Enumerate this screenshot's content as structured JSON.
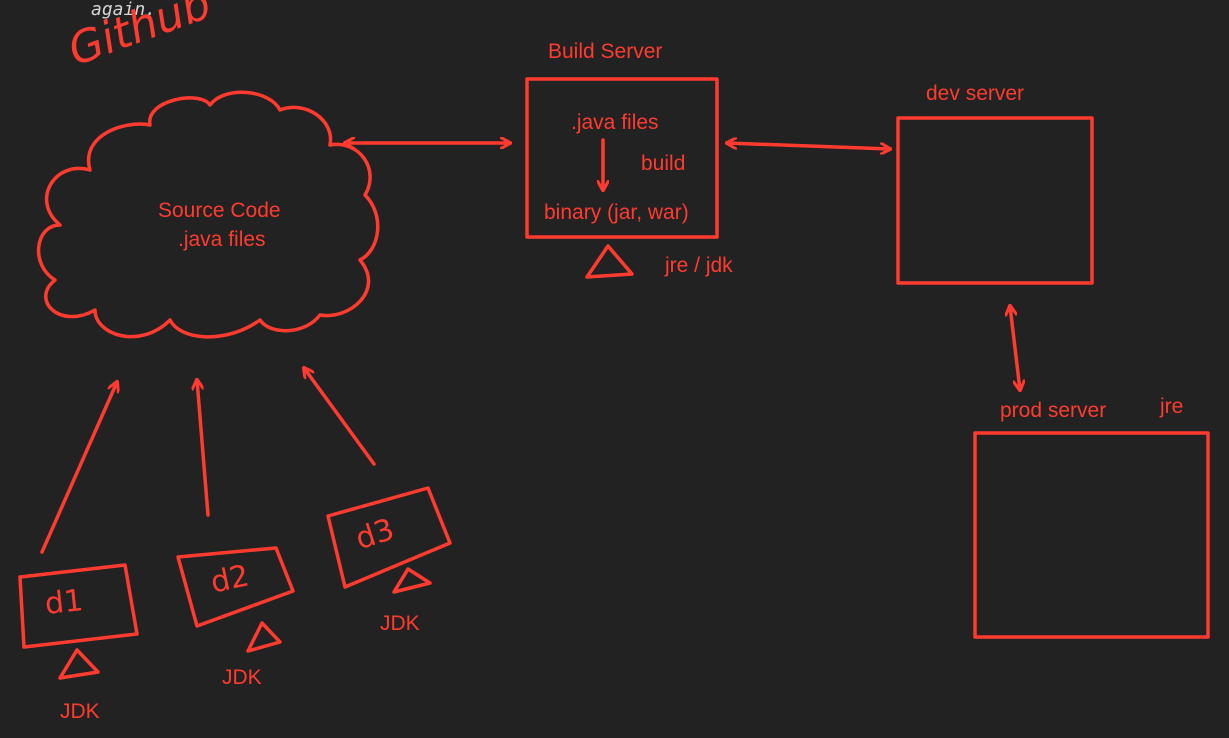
{
  "canvas": {
    "background": "#222222",
    "ink": "#ff3b30"
  },
  "header_fragment": "again.",
  "cloud": {
    "handwritten_label": "Github",
    "line1": "Source Code",
    "line2": ".java files"
  },
  "build_server": {
    "title": "Build Server",
    "input": ".java files",
    "step": "build",
    "output": "binary (jar, war)",
    "runtime": "jre / jdk"
  },
  "dev_server": {
    "title": "dev server"
  },
  "prod_server": {
    "title": "prod server",
    "runtime": "jre"
  },
  "developers": [
    {
      "id": "d1",
      "tool": "JDK"
    },
    {
      "id": "d2",
      "tool": "JDK"
    },
    {
      "id": "d3",
      "tool": "JDK"
    }
  ]
}
